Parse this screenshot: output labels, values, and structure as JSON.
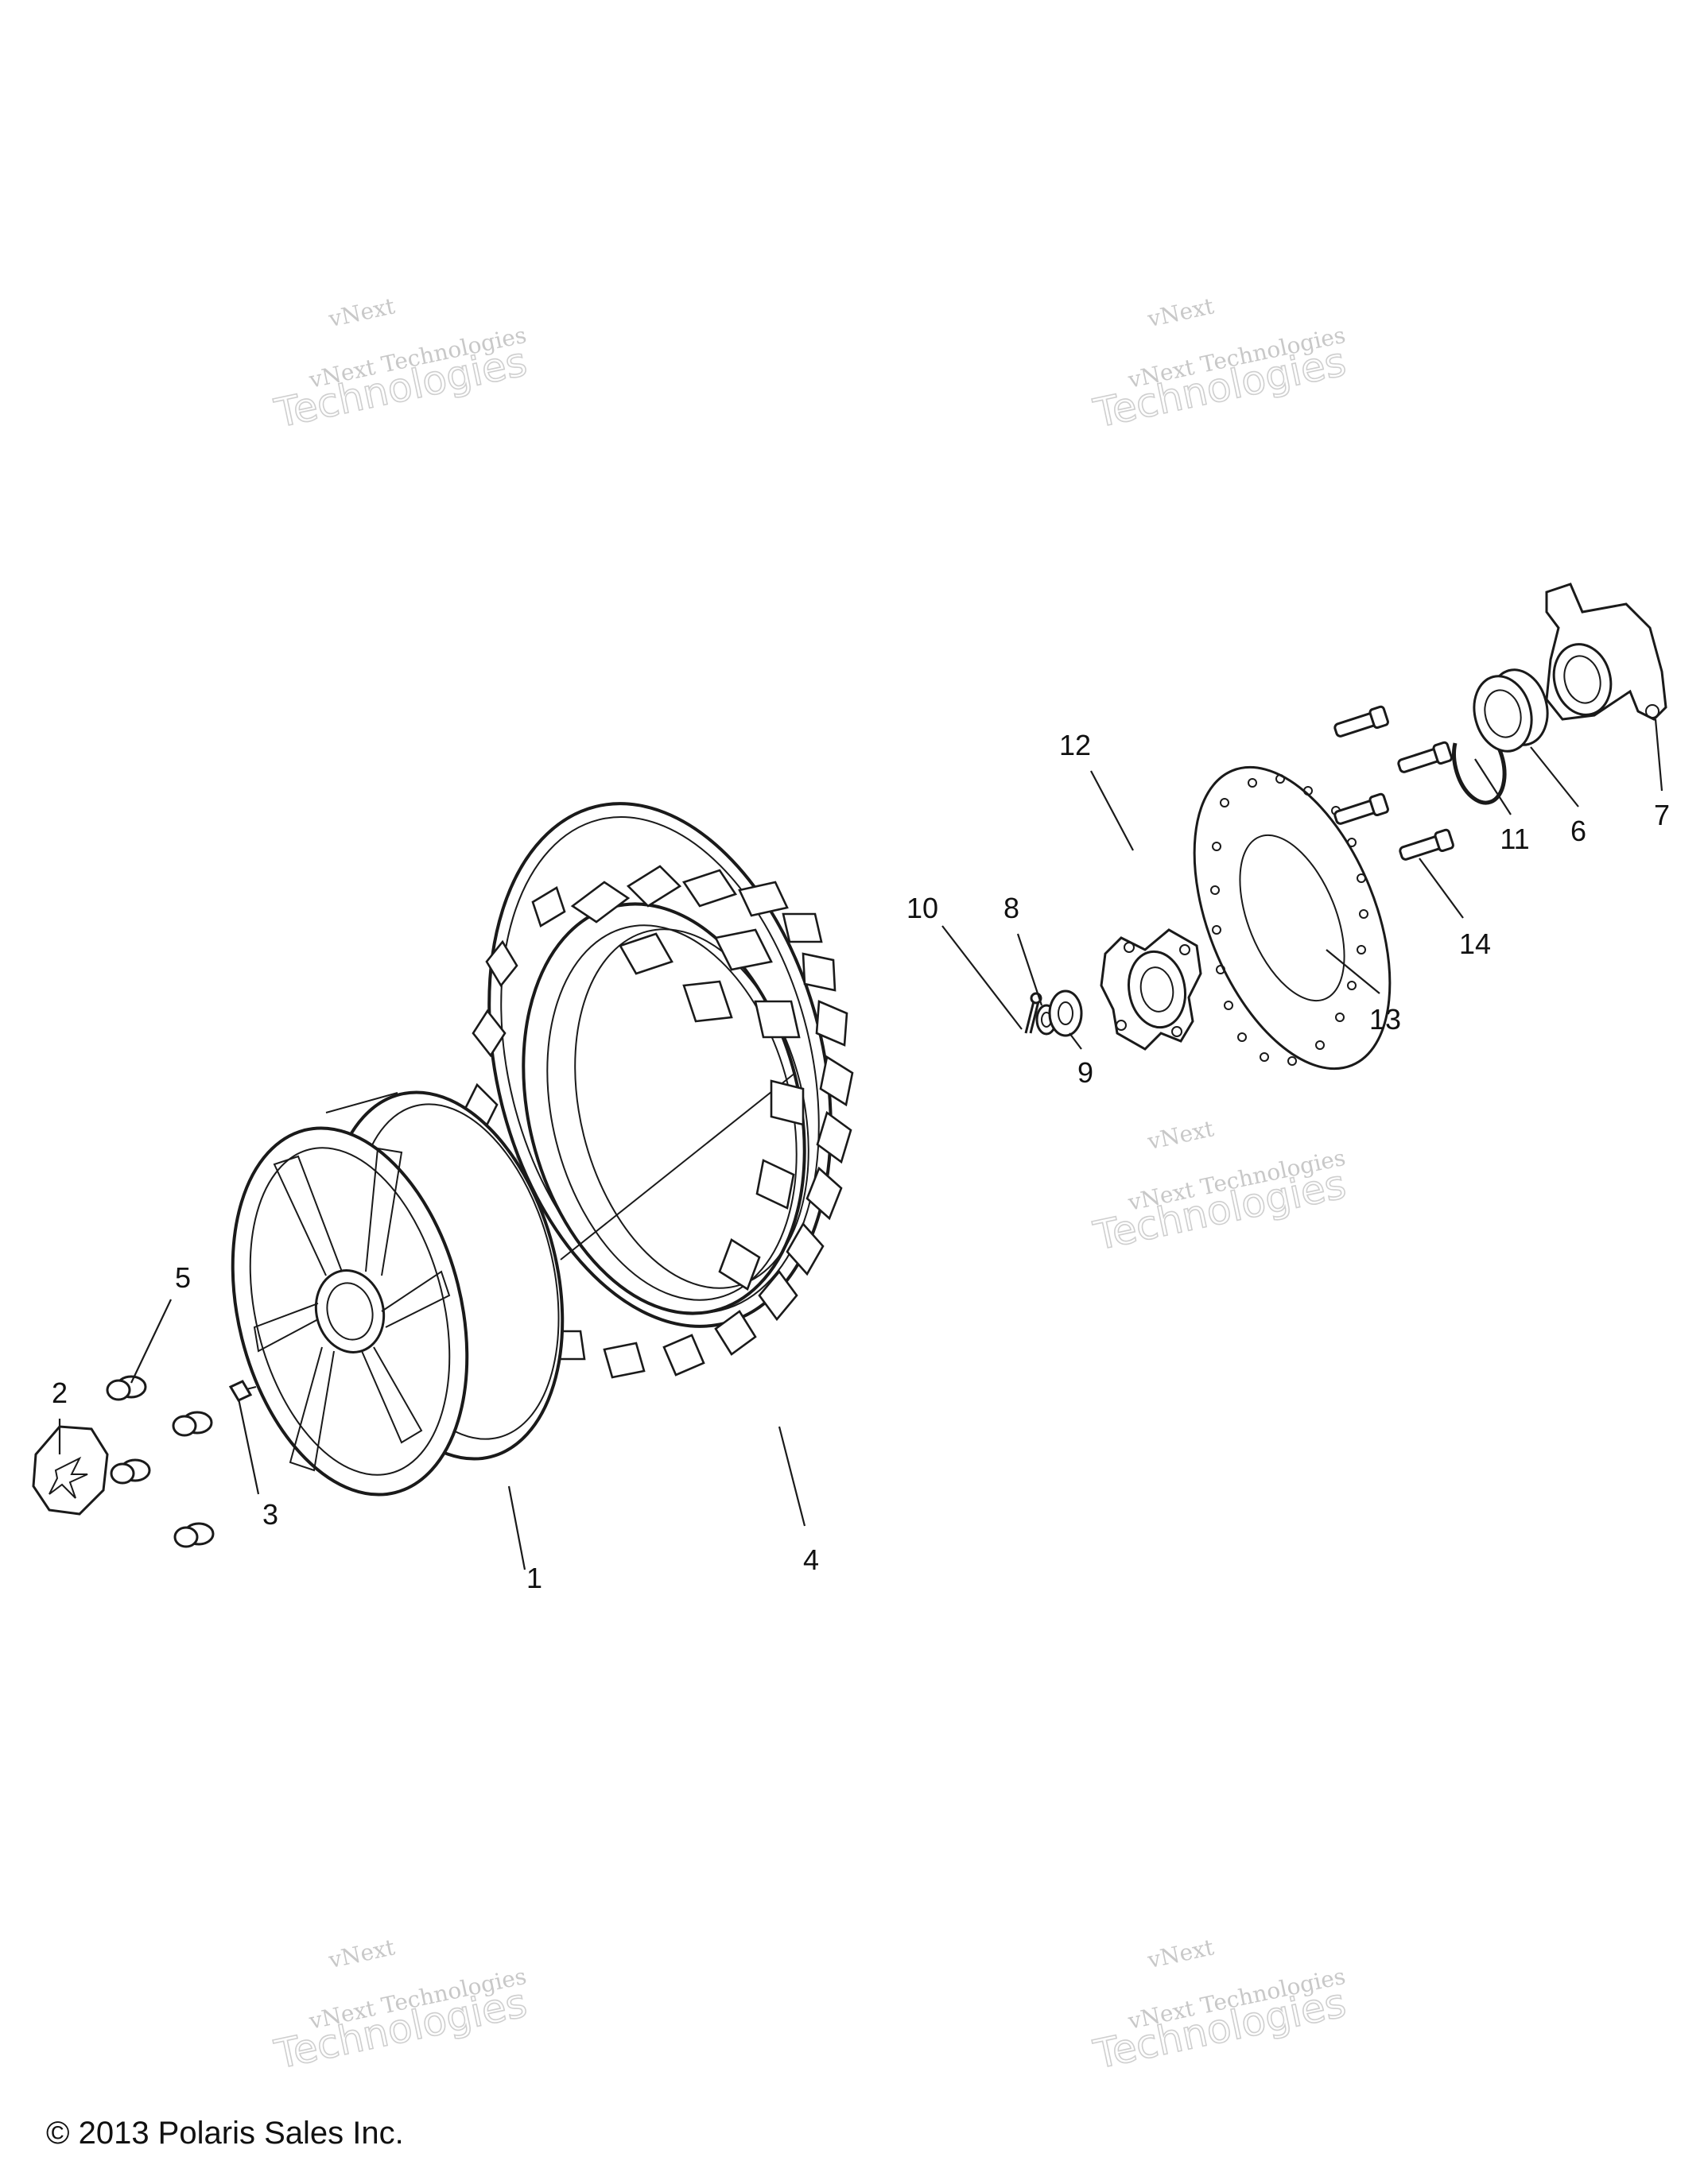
{
  "watermark": {
    "line1": "vNext",
    "line2": "vNext Technologies",
    "line3": "Technologies"
  },
  "callouts": [
    "1",
    "2",
    "3",
    "4",
    "5",
    "6",
    "7",
    "8",
    "9",
    "10",
    "11",
    "12",
    "13",
    "14"
  ],
  "copyright": "© 2013 Polaris Sales Inc."
}
